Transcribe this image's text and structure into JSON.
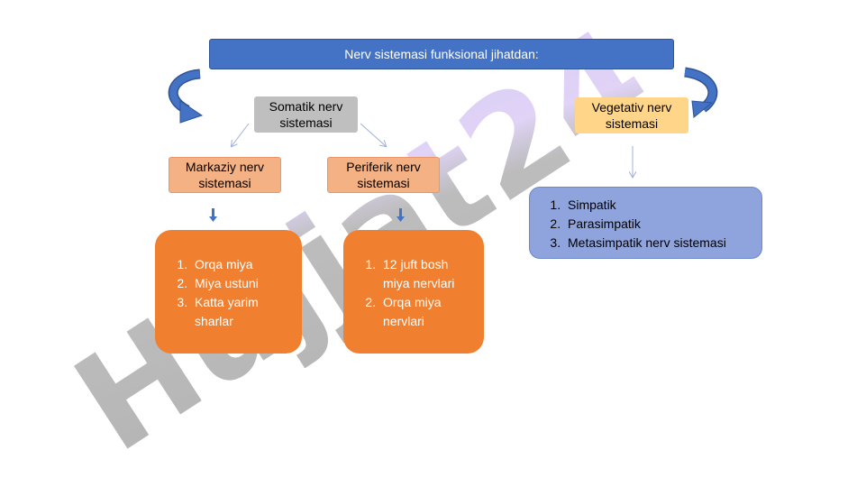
{
  "title": "Nerv sistemasi funksional jihatdan:",
  "somatik": {
    "label": "Somatik nerv sistemasi"
  },
  "vegetativ": {
    "label": "Vegetativ nerv sistemasi"
  },
  "markaziy": {
    "label": "Markaziy nerv sistemasi"
  },
  "periferik": {
    "label": "Periferik nerv sistemasi"
  },
  "markaziy_items": [
    "Orqa miya",
    "Miya ustuni",
    "Katta yarim sharlar"
  ],
  "periferik_items": [
    "12 juft bosh miya nervlari",
    "Orqa miya nervlari"
  ],
  "vegetativ_items": [
    "Simpatik",
    "Parasimpatik",
    "Metasimpatik nerv sistemasi"
  ],
  "watermark": "Hujjat24",
  "colors": {
    "title_bg": "#4472c4",
    "somatik_bg": "#bfbfbf",
    "vegetativ_bg": "#ffd58a",
    "sub_bg": "#f4b183",
    "orange_list_bg": "#f07f2f",
    "blue_list_bg": "#8fa4dc"
  }
}
